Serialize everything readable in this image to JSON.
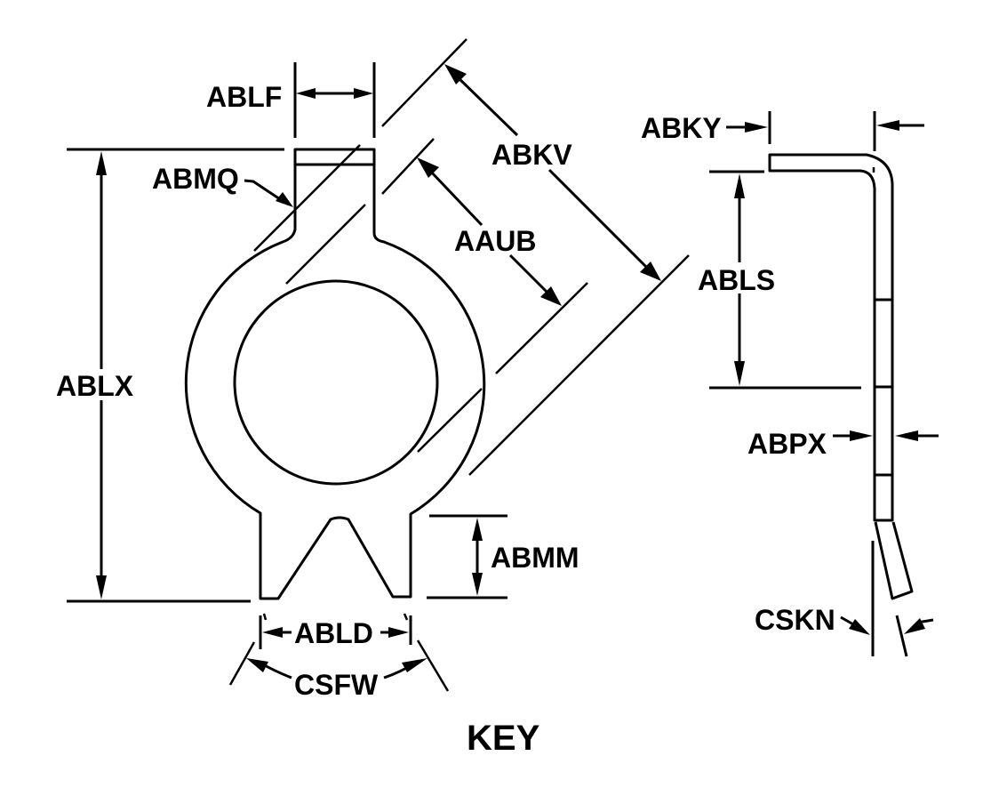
{
  "diagram": {
    "title": "KEY",
    "colors": {
      "ink": "#000000",
      "background": "#ffffff"
    },
    "views": [
      {
        "name": "front-view",
        "description": "Key part front view with bore and V-notch"
      },
      {
        "name": "side-view",
        "description": "Key part edge profile with bent tab"
      }
    ],
    "labels": {
      "ablf": "ABLF",
      "abmq": "ABMQ",
      "abkv": "ABKV",
      "aaub": "AAUB",
      "ablx": "ABLX",
      "abmm": "ABMM",
      "abld": "ABLD",
      "csfw": "CSFW",
      "abky": "ABKY",
      "abls": "ABLS",
      "abpx": "ABPX",
      "cskn": "CSKN"
    }
  }
}
